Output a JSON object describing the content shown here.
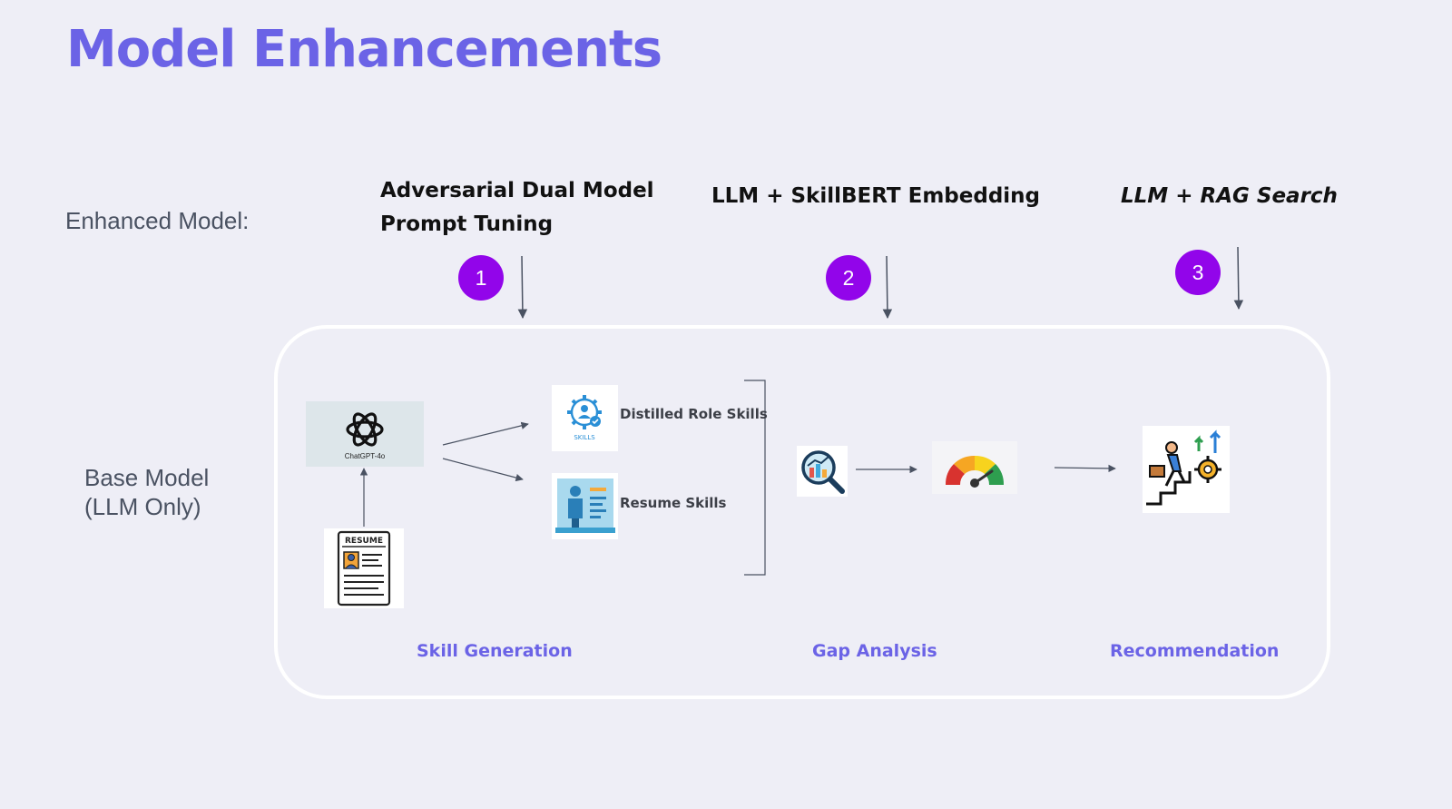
{
  "slide": {
    "title": "Model Enhancements",
    "enhanced_label": "Enhanced Model:",
    "base_label_line1": "Base Model",
    "base_label_line2": "(LLM Only)"
  },
  "enhancements": [
    {
      "badge": "1",
      "title_line1": "Adversarial Dual Model",
      "title_line2": "Prompt Tuning"
    },
    {
      "badge": "2",
      "title_line1": "LLM + SkillBERT Embedding"
    },
    {
      "badge": "3",
      "title_line1": "LLM + RAG Search"
    }
  ],
  "pipeline": {
    "chatgpt_caption": "ChatGPT-4o",
    "resume_doc_label": "RESUME",
    "skills_icon_label": "SKILLS",
    "distilled_role_skills": "Distilled Role Skills",
    "resume_skills": "Resume Skills",
    "stages": [
      "Skill Generation",
      "Gap Analysis",
      "Recommendation"
    ]
  },
  "colors": {
    "accent": "#6b63e6",
    "badge": "#9205ea",
    "background": "#eeeef6"
  }
}
